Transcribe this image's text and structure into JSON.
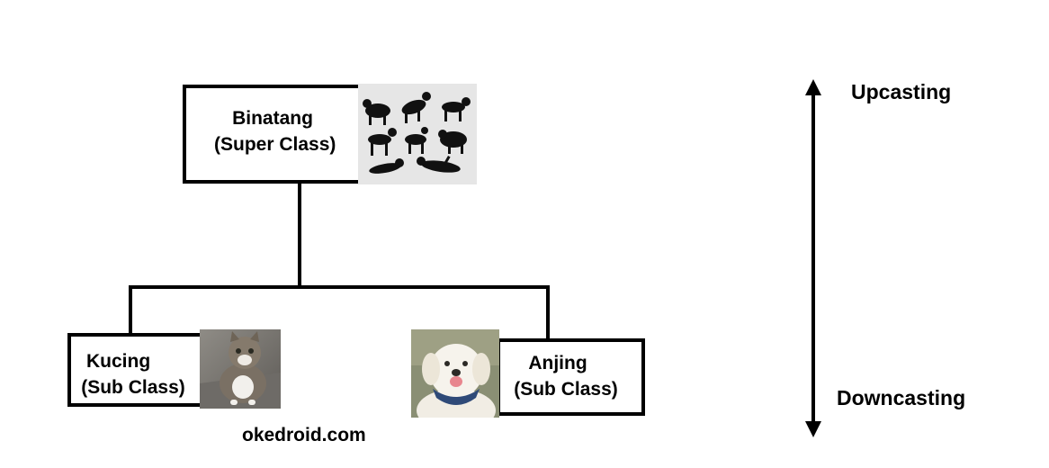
{
  "super_class": {
    "name": "Binatang",
    "kind": "(Super Class)",
    "image": "animal-silhouettes"
  },
  "sub_classes": [
    {
      "name": "Kucing",
      "kind": "(Sub Class)",
      "image": "cat-photo"
    },
    {
      "name": "Anjing",
      "kind": "(Sub Class)",
      "image": "dog-photo"
    }
  ],
  "direction": {
    "up_label": "Upcasting",
    "down_label": "Downcasting"
  },
  "credit": "okedroid.com",
  "colors": {
    "line": "#000000",
    "background": "#ffffff"
  }
}
